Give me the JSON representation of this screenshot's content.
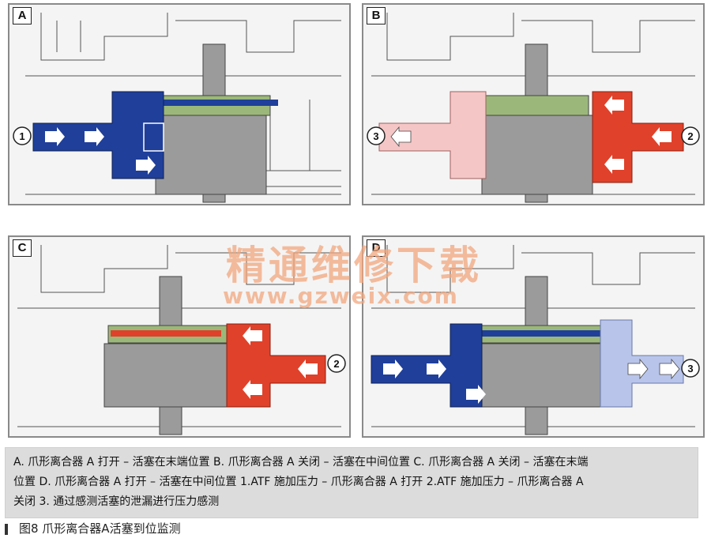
{
  "panels": {
    "a": {
      "label": "A",
      "port_left": "1"
    },
    "b": {
      "label": "B",
      "port_left": "3",
      "port_right": "2"
    },
    "c": {
      "label": "C",
      "port_right": "2"
    },
    "d": {
      "label": "D",
      "port_right": "3"
    }
  },
  "caption": {
    "line1": "A. 爪形离合器 A 打开 – 活塞在末端位置  B. 爪形离合器 A 关闭 – 活塞在中间位置  C. 爪形离合器 A 关闭 – 活塞在末端",
    "line2": "位置  D. 爪形离合器 A 打开 – 活塞在中间位置  1.ATF 施加压力 – 爪形离合器 A 打开  2.ATF 施加压力 – 爪形离合器 A",
    "line3": "关闭  3. 通过感测活塞的泄漏进行压力感测"
  },
  "figure_title": "图8   爪形离合器A活塞到位监测",
  "watermark": {
    "line1": "精通维修下载",
    "line2": "www.gzweix.com"
  },
  "colors": {
    "pressure_blue": "#1f3f9a",
    "pressure_red": "#e0412a",
    "sense_pink": "#f5c6c6",
    "sense_lightblue": "#b8c4ea",
    "housing_gray": "#9b9b9b",
    "shaft_green": "#9bb87a"
  }
}
